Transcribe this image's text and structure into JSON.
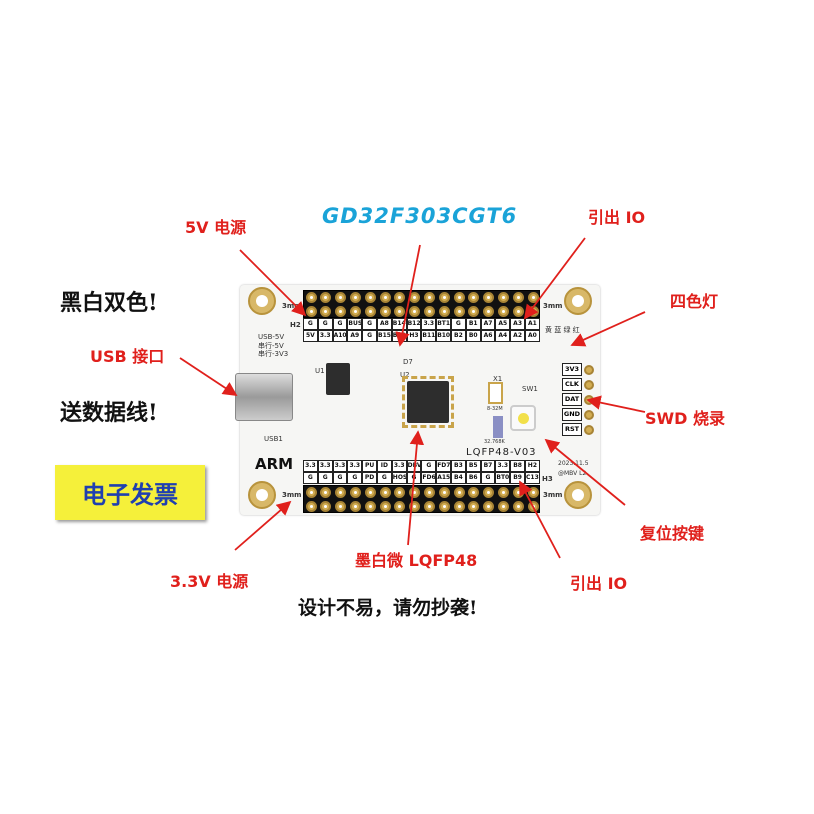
{
  "title": "GD32F303CGT6",
  "callouts": {
    "power_5v": "5V 电源",
    "io_top": "引出 IO",
    "leds": "四色灯",
    "usb": "USB 接口",
    "swd": "SWD 烧录",
    "reset": "复位按键",
    "power_33v": "3.3V 电源",
    "mcu": "墨白微 LQFP48",
    "io_bottom": "引出 IO"
  },
  "promo": {
    "line1": "黑白双色!",
    "line2": "送数据线!",
    "invoice": "电子发票",
    "footer": "设计不易，请勿抄袭!"
  },
  "colors": {
    "callout": "#e0201c",
    "title": "#1aa3d8",
    "invoice_bg": "#f5f03a",
    "invoice_text": "#1f3fb0"
  },
  "board": {
    "hole_label": "3mm",
    "h2": "H2",
    "h3": "H3",
    "usb_notes": [
      "USB-5V",
      "串行-5V",
      "串行-3V3"
    ],
    "led_colors": "黄 蓝 绿 红",
    "brand": "ARM",
    "model": "LQFP48-V03",
    "date": "2023.11.5",
    "author": "@MBV L2",
    "crystal": "32.768K",
    "crystal_hs": "8-32M",
    "designators": {
      "u1": "U1",
      "u2": "U2",
      "usb1": "USB1",
      "sw1": "SW1",
      "x1": "X1",
      "d7": "D7"
    },
    "swd_pins": [
      "3V3",
      "CLK",
      "DAT",
      "GND",
      "RST"
    ],
    "top_row1": [
      "G",
      "G",
      "G",
      "BUS",
      "G",
      "A8",
      "B14",
      "B12",
      "3.3",
      "BT1",
      "G",
      "B1",
      "A7",
      "A5",
      "A3",
      "A1"
    ],
    "top_row2": [
      "5V",
      "3.3",
      "A10",
      "A9",
      "G",
      "B15",
      "B13",
      "H3",
      "B11",
      "B10",
      "B2",
      "B0",
      "A6",
      "A4",
      "A2",
      "A0"
    ],
    "bottom_row1": [
      "3.3",
      "3.3",
      "3.3",
      "3.3",
      "PU",
      "ID",
      "3.3",
      "DBV",
      "G",
      "FD7",
      "B3",
      "B5",
      "B7",
      "3.3",
      "B8",
      "H2"
    ],
    "bottom_row2": [
      "G",
      "G",
      "G",
      "G",
      "PD",
      "G",
      "HOS",
      "G",
      "FD6",
      "A15",
      "B4",
      "B6",
      "G",
      "BT0",
      "B9",
      "C13"
    ]
  }
}
